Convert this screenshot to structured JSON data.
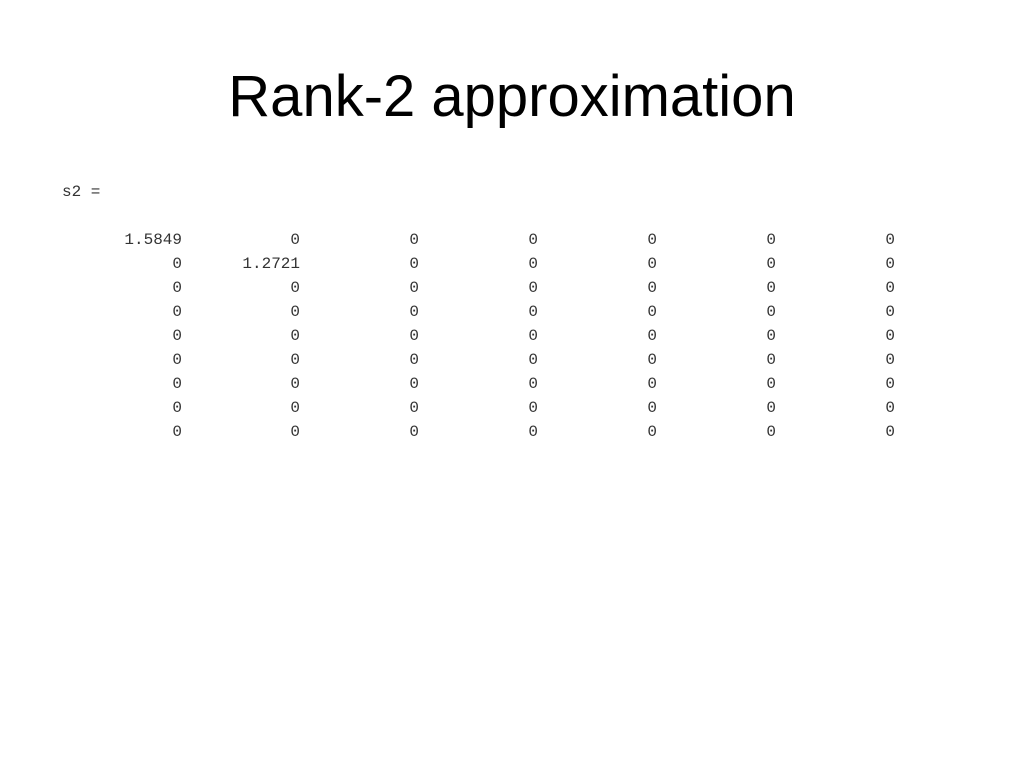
{
  "slide": {
    "title": "Rank-2 approximation",
    "variable_line": "s2 =",
    "matrix": [
      [
        "1.5849",
        "0",
        "0",
        "0",
        "0",
        "0",
        "0"
      ],
      [
        "0",
        "1.2721",
        "0",
        "0",
        "0",
        "0",
        "0"
      ],
      [
        "0",
        "0",
        "0",
        "0",
        "0",
        "0",
        "0"
      ],
      [
        "0",
        "0",
        "0",
        "0",
        "0",
        "0",
        "0"
      ],
      [
        "0",
        "0",
        "0",
        "0",
        "0",
        "0",
        "0"
      ],
      [
        "0",
        "0",
        "0",
        "0",
        "0",
        "0",
        "0"
      ],
      [
        "0",
        "0",
        "0",
        "0",
        "0",
        "0",
        "0"
      ],
      [
        "0",
        "0",
        "0",
        "0",
        "0",
        "0",
        "0"
      ],
      [
        "0",
        "0",
        "0",
        "0",
        "0",
        "0",
        "0"
      ]
    ]
  },
  "colors": {
    "background": "#ffffff",
    "title_text": "#000000",
    "code_text": "#333333"
  }
}
